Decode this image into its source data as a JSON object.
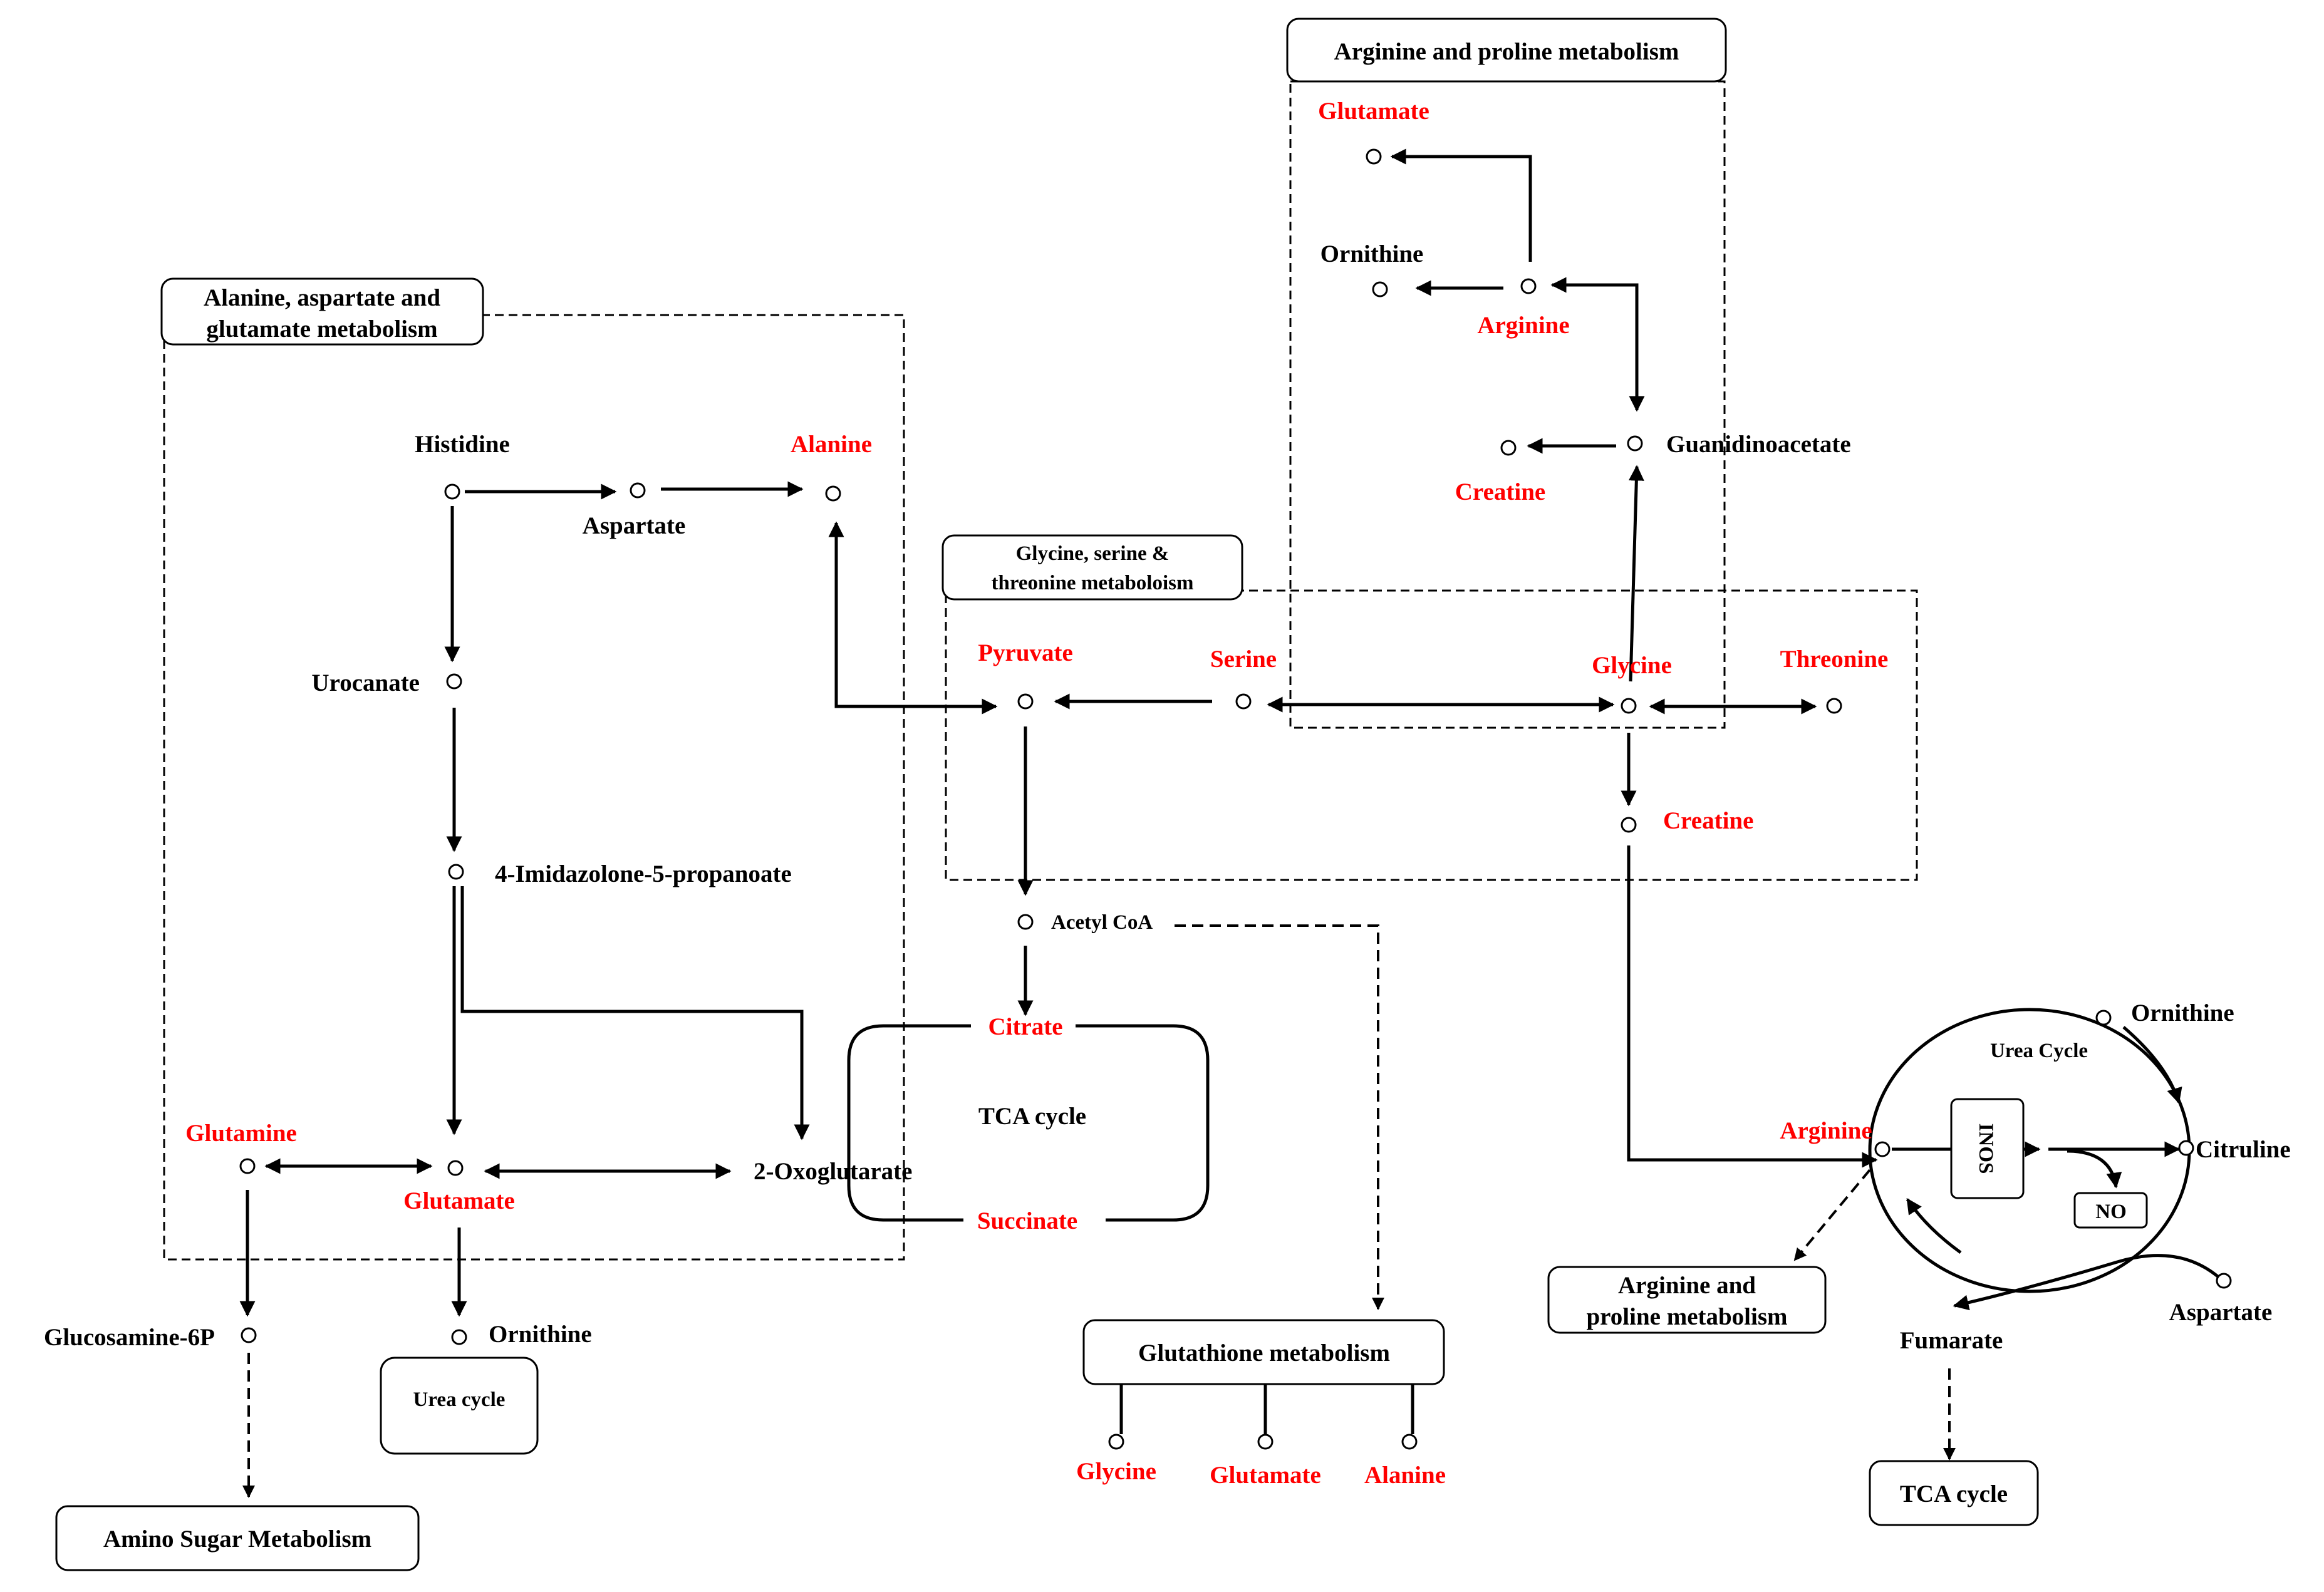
{
  "colors": {
    "highlight": "#ff0000",
    "default": "#000000",
    "background": "#ffffff"
  },
  "boxes": {
    "ala_asp_glu": [
      "Alanine, aspartate and",
      "glutamate metabolism"
    ],
    "arg_pro": "Arginine and proline metabolism",
    "gly_ser_thr": [
      "Glycine, serine &",
      "threonine metaboloism"
    ],
    "glutathione": "Glutathione metabolism",
    "amino_sugar": "Amino Sugar Metabolism",
    "urea_cycle": "Urea cycle",
    "arg_pro_2": [
      "Arginine and",
      "proline metabolism"
    ],
    "tca_cycle": "TCA cycle",
    "no": "NO",
    "inos": "INOS"
  },
  "metabolites": {
    "histidine": "Histidine",
    "aspartate": "Aspartate",
    "alanine": "Alanine",
    "urocanate": "Urocanate",
    "imidazolone": "4-Imidazolone-5-propanoate",
    "glutamine": "Glutamine",
    "glutamate": "Glutamate",
    "oxoglutarate": "2-Oxoglutarate",
    "glucosamine": "Glucosamine-6P",
    "ornithine": "Ornithine",
    "pyruvate": "Pyruvate",
    "serine": "Serine",
    "glycine": "Glycine",
    "threonine": "Threonine",
    "creatine": "Creatine",
    "acetylcoa": "Acetyl CoA",
    "citrate": "Citrate",
    "succinate": "Succinate",
    "tca_inner": "TCA cycle",
    "arp_glutamate": "Glutamate",
    "arp_ornithine": "Ornithine",
    "arp_arginine": "Arginine",
    "arp_creatine": "Creatine",
    "guanidinoacetate": "Guanidinoacetate",
    "gsh_glycine": "Glycine",
    "gsh_glutamate": "Glutamate",
    "gsh_alanine": "Alanine",
    "uc_title": "Urea Cycle",
    "uc_ornithine": "Ornithine",
    "uc_arginine": "Arginine",
    "uc_citruline": "Citruline",
    "uc_aspartate": "Aspartate",
    "uc_fumarate": "Fumarate"
  }
}
